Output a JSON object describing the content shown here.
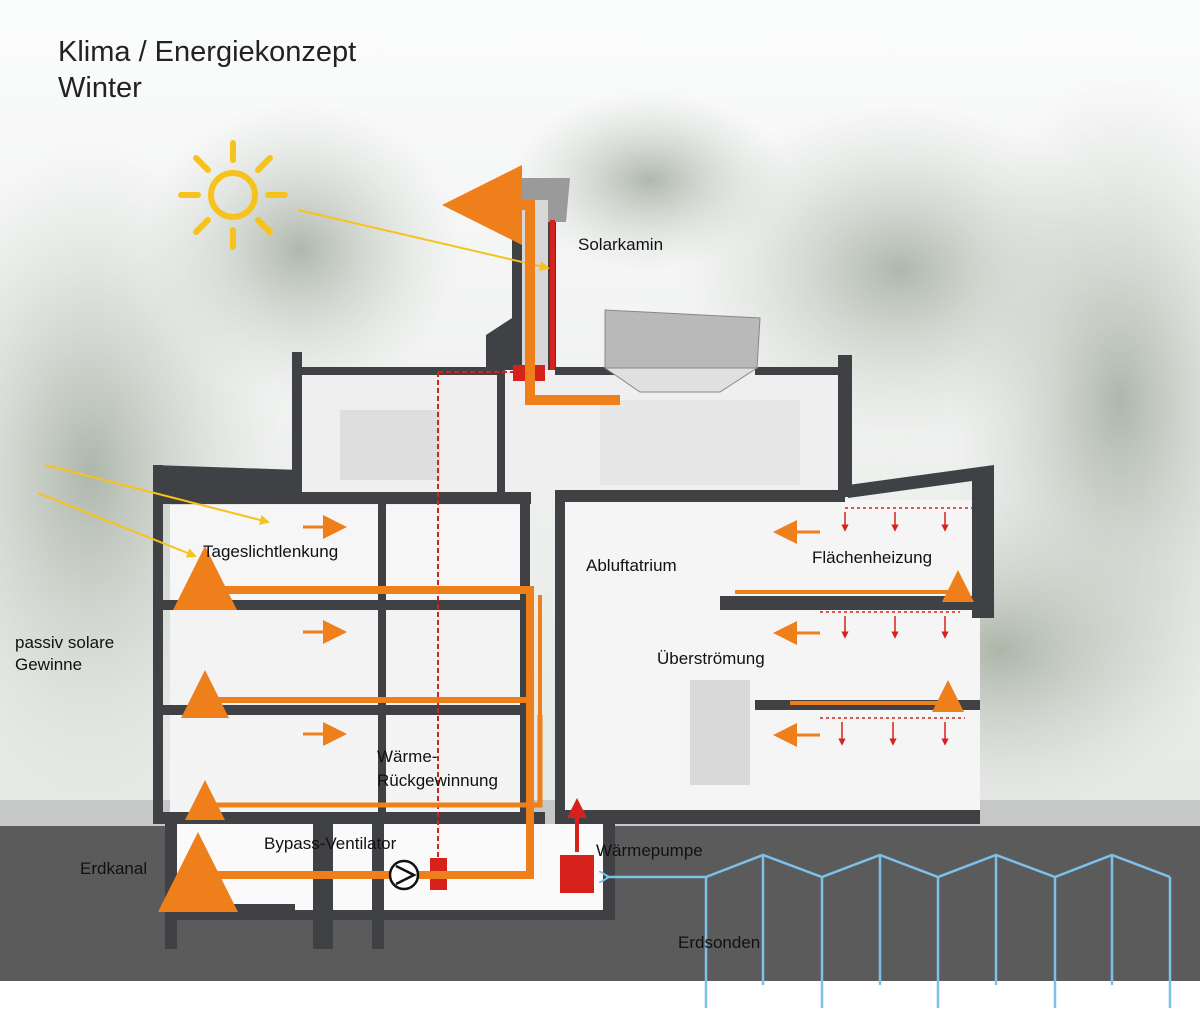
{
  "title": {
    "line1": "Klima / Energiekonzept",
    "line2": "Winter"
  },
  "labels": {
    "solarkamin": "Solarkamin",
    "tageslicht": "Tageslichtlenkung",
    "abluftatrium": "Abluftatrium",
    "flaechenheizung": "Flächenheizung",
    "passiv_line1": "passiv solare",
    "passiv_line2": "Gewinne",
    "ueberstroemung": "Überströmung",
    "waerme_line1": "Wärme-",
    "waerme_line2": "Rückgewinnung",
    "bypass": "Bypass-Ventilator",
    "erdkanal": "Erdkanal",
    "waermepumpe": "Wärmepumpe",
    "erdsonden": "Erdsonden"
  },
  "colors": {
    "sky_top": "#f4f6f7",
    "foliage": "#b7bfb4",
    "ground": "#5b5b5b",
    "wall": "#3f4144",
    "floor_fill": "#f6f6f6",
    "airflow_orange": "#ef7f1a",
    "device_red": "#d7221c",
    "sun_yellow": "#f7c21b",
    "probe_blue": "#7dc0ea"
  },
  "icons": {
    "sun": "sun-icon",
    "fan": "fan-icon"
  }
}
